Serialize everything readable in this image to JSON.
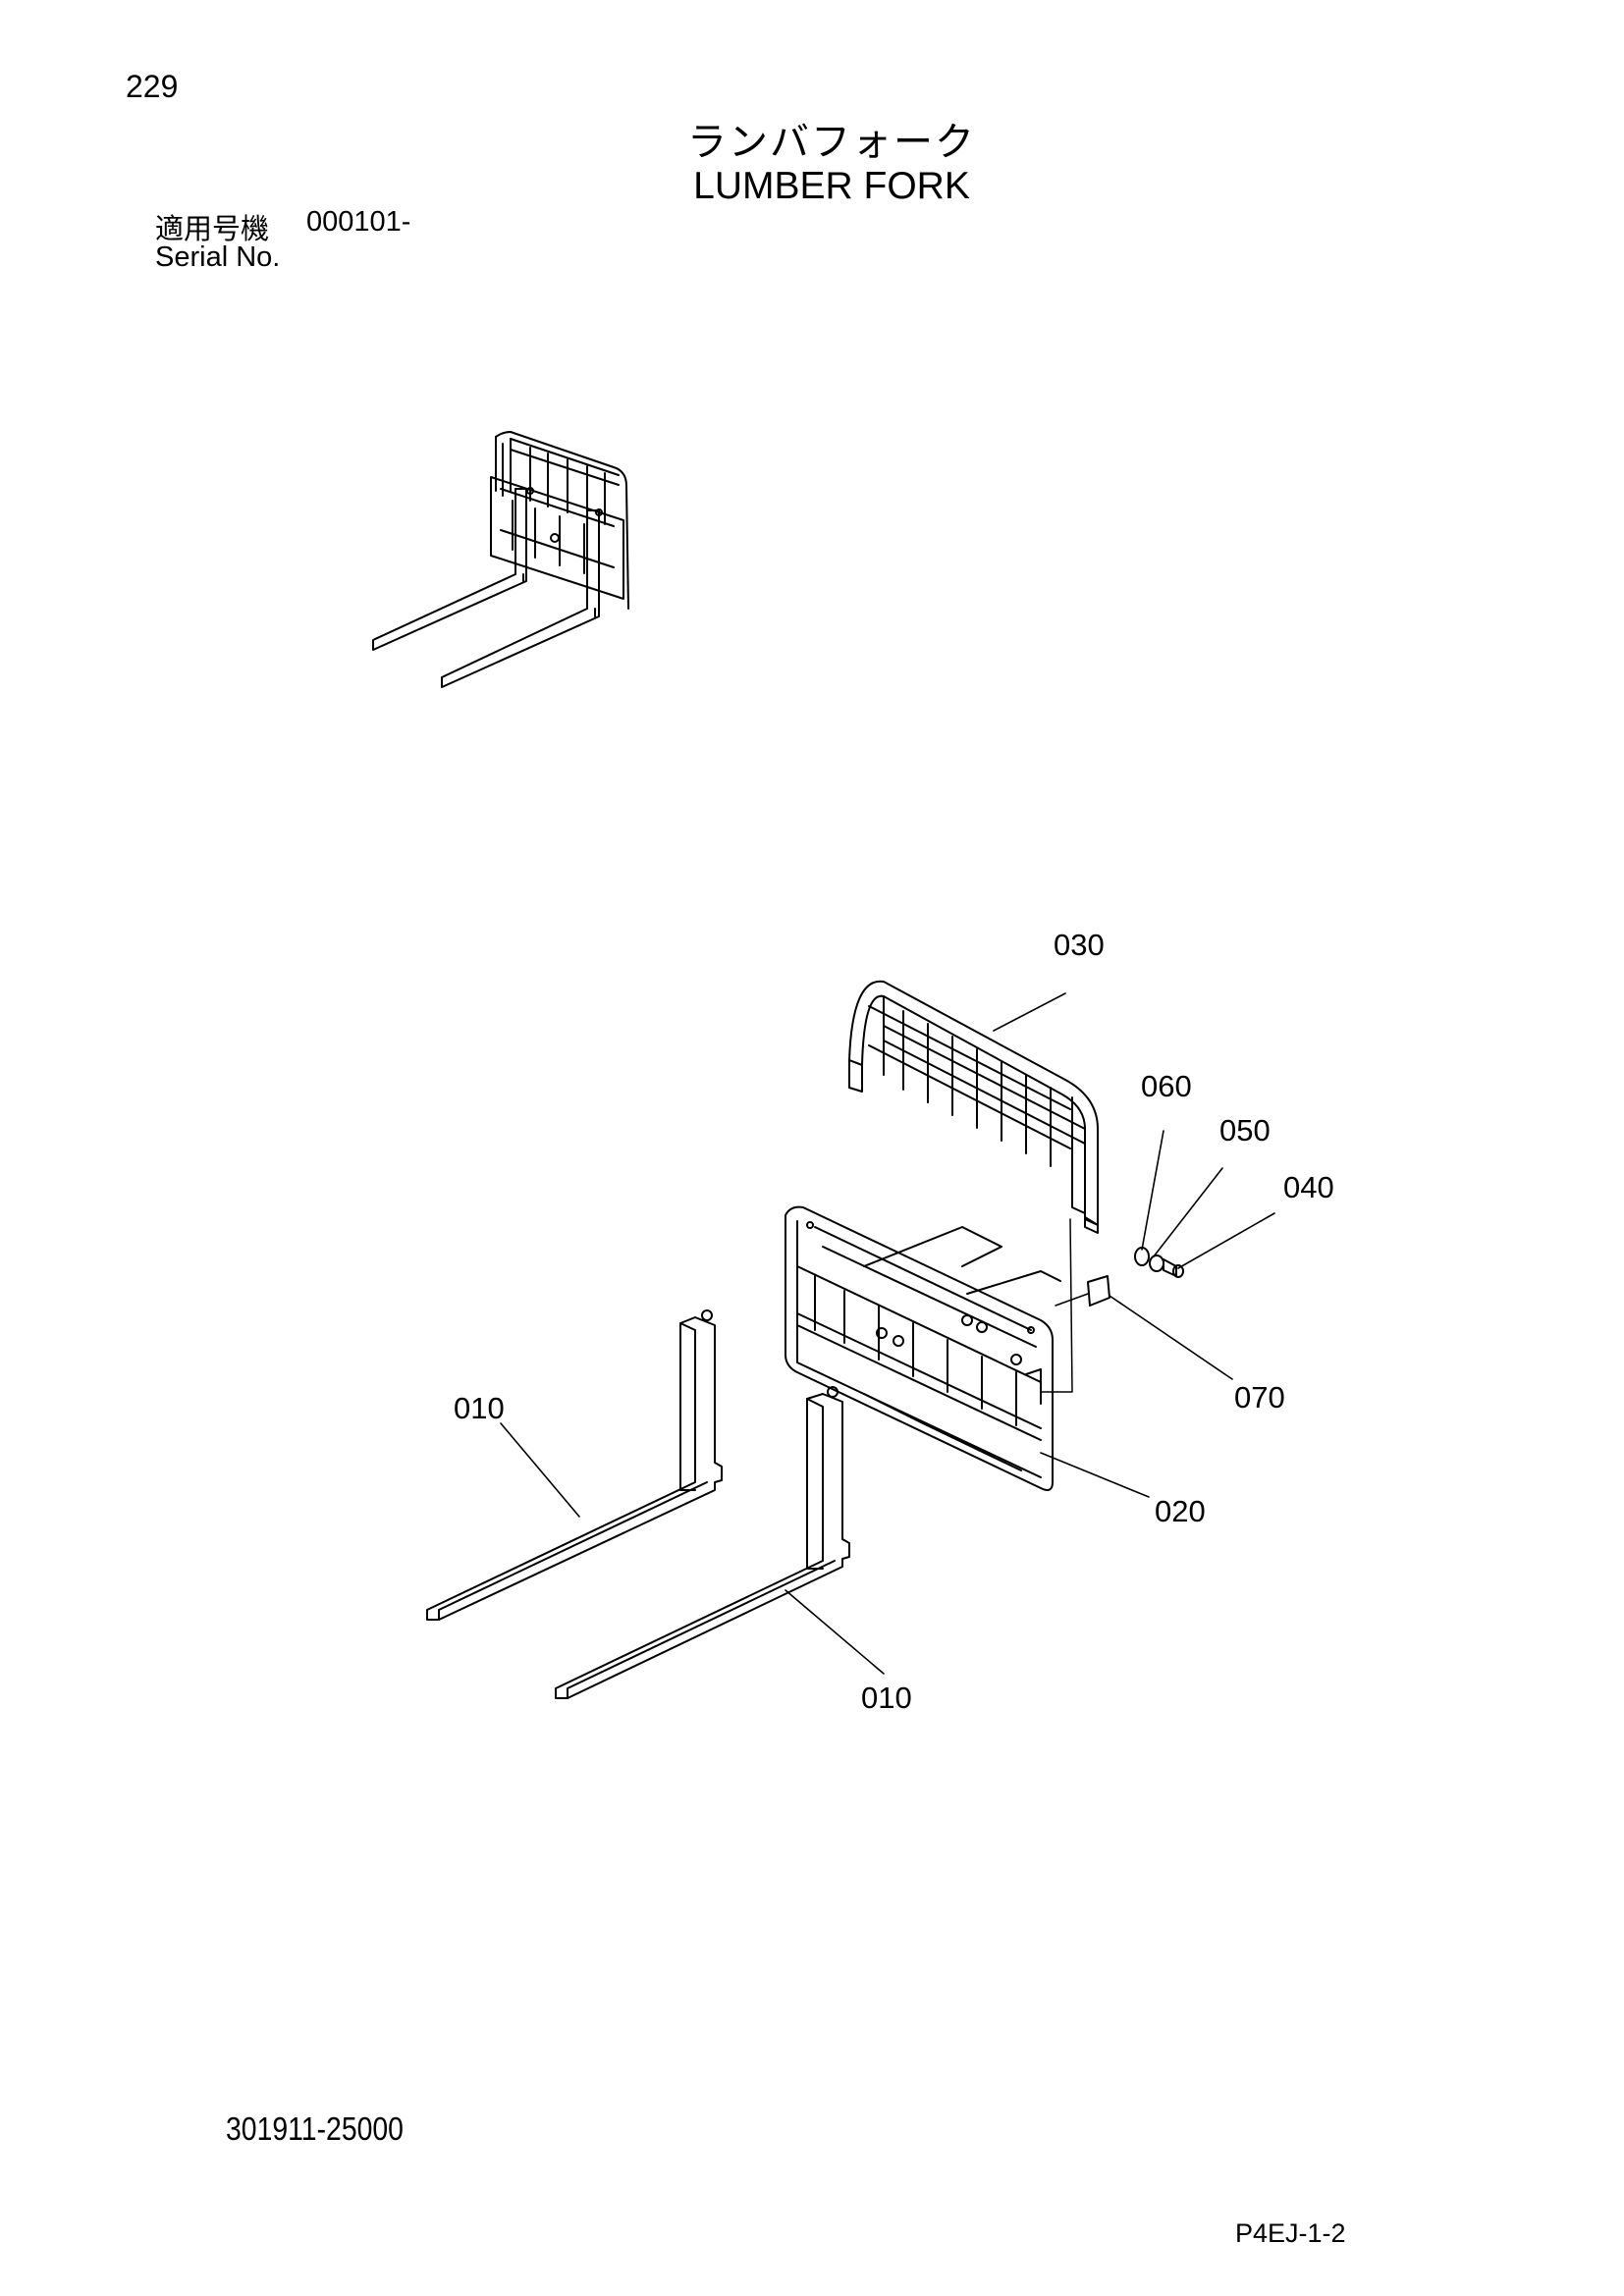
{
  "header": {
    "page_number": "229",
    "title_jp": "ランバフォーク",
    "title_en": "LUMBER FORK"
  },
  "serial": {
    "label_jp": "適用号機",
    "value": "000101-",
    "label_en": "Serial No."
  },
  "callouts": {
    "c010_a": "010",
    "c010_b": "010",
    "c020": "020",
    "c030": "030",
    "c040": "040",
    "c050": "050",
    "c060": "060",
    "c070": "070"
  },
  "footer": {
    "drawing_number": "301911-25000",
    "sheet_code": "P4EJ-1-2"
  }
}
